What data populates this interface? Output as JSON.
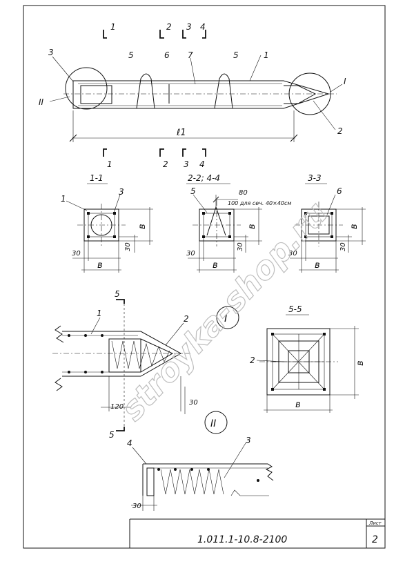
{
  "drawing": {
    "labels": {
      "c1": "1",
      "c2": "2",
      "c3": "3",
      "c4": "4",
      "n3": "3",
      "n5a": "5",
      "n6": "6",
      "n7": "7",
      "n5b": "5",
      "n1": "1",
      "roman1": "I",
      "roman2": "II",
      "n2": "2",
      "length": "ℓ1"
    },
    "sections": {
      "s1": {
        "title": "1-1",
        "callout_1": "1",
        "callout_3": "3",
        "dim_b_v": "в",
        "dim_30_v": "30",
        "dim_30_h": "30",
        "dim_b_h": "в"
      },
      "s2": {
        "title": "2-2; 4-4",
        "callout_5": "5",
        "note_80": "80",
        "note_100": "100 для сеч. 40×40см",
        "dim_b_v": "в",
        "dim_30_v": "30",
        "dim_30_h": "30",
        "dim_b_h": "в"
      },
      "s3": {
        "title": "3-3",
        "callout_6": "6",
        "dim_b_v": "в",
        "dim_30_v": "30",
        "dim_30_h": "30",
        "dim_b_h": "в"
      }
    },
    "detail1": {
      "callout_1": "1",
      "callout_2": "2",
      "roman": "I",
      "cut": "5",
      "cut_b": "5",
      "dim_120": "120",
      "dim_30": "30"
    },
    "section55": {
      "title": "5-5",
      "callout_2": "2",
      "dim_b_v": "в",
      "dim_b_h": "в"
    },
    "detail2": {
      "roman": "II",
      "callout_4": "4",
      "callout_3": "3",
      "dim_30": "30"
    },
    "title_block": {
      "code": "1.011.1-10.8-2100",
      "sheet_label": "Лист",
      "sheet_number": "2"
    },
    "watermark": "stroyka-shop.ru"
  }
}
